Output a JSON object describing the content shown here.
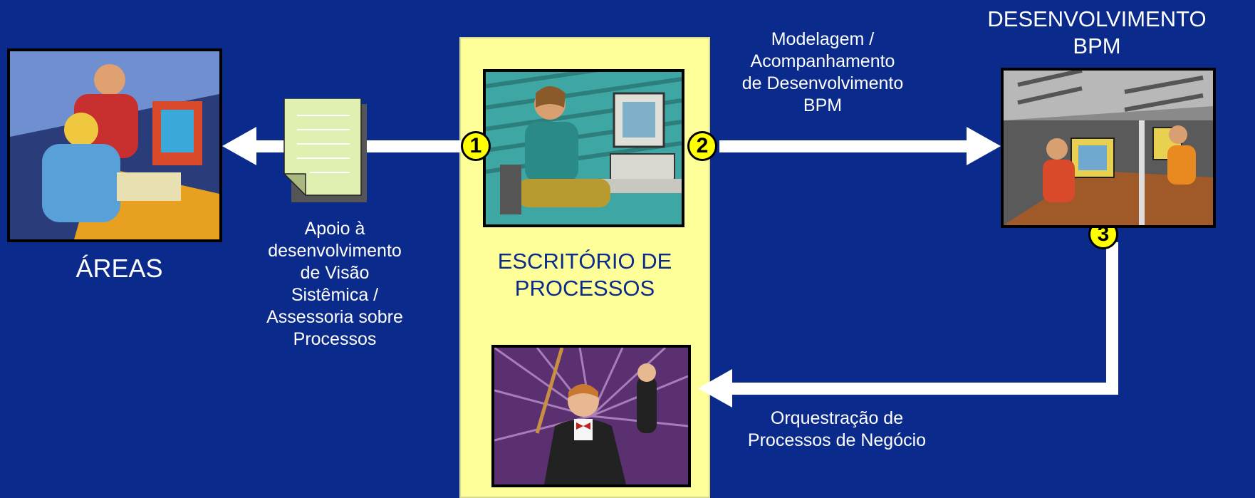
{
  "nodes": {
    "areas": {
      "label": "ÁREAS"
    },
    "office": {
      "label_line1": "ESCRITÓRIO DE",
      "label_line2": "PROCESSOS"
    },
    "bpm": {
      "label_line1": "DESENVOLVIMENTO",
      "label_line2": "BPM"
    }
  },
  "edges": {
    "support": {
      "lines": [
        "Apoio à",
        "desenvolvimento",
        "de Visão",
        "Sistêmica /",
        "Assessoria sobre",
        "Processos"
      ]
    },
    "modeling": {
      "lines": [
        "Modelagem /",
        "Acompanhamento",
        "de Desenvolvimento",
        "BPM"
      ]
    },
    "orchestration": {
      "lines": [
        "Orquestração de",
        "Processos de Negócio"
      ]
    }
  },
  "badges": [
    "1",
    "2",
    "3"
  ],
  "colors": {
    "background": "#0a2a8c",
    "office_column": "#ffff99",
    "badge": "#ffff00",
    "arrow": "#ffffff",
    "document": "#dff0b0"
  }
}
